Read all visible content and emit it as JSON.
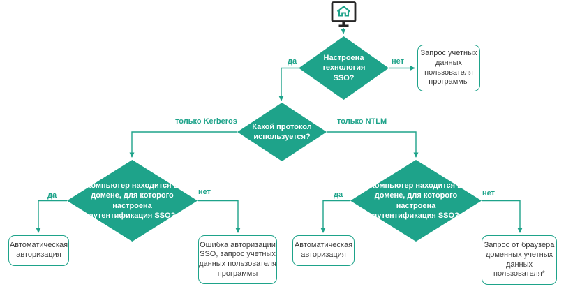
{
  "palette": {
    "teal": "#1ea38a",
    "monitor_dark": "#262626",
    "box_text": "#3a3a3a",
    "diamond_text": "#ffffff",
    "background": "#ffffff"
  },
  "icon": {
    "name": "monitor-home-icon"
  },
  "diamonds": {
    "sso_configured": {
      "text": "Настроена\nтехнология\nSSO?"
    },
    "protocol": {
      "text": "Какой протокол\nиспользуется?"
    },
    "kerberos_domain": {
      "text": "Компьютер находится в\nдомене, для которого\nнастроена\nаутентификация SSO?"
    },
    "ntlm_domain": {
      "text": "Компьютер находится в\nдомене, для которого\nнастроена\nаутентификация SSO?"
    }
  },
  "boxes": {
    "app_credentials": {
      "text": "Запрос учетных\nданных\nпользователя\nпрограммы"
    },
    "auto_auth_left": {
      "text": "Автоматическая\nавторизация"
    },
    "sso_error": {
      "text": "Ошибка авторизации\nSSO, запрос учетных\nданных пользователя\nпрограммы"
    },
    "auto_auth_right": {
      "text": "Автоматическая\nавторизация"
    },
    "browser_credentials": {
      "text": "Запрос от браузера\nдоменных учетных\nданных\nпользователя*"
    }
  },
  "edge_labels": {
    "sso_yes": "да",
    "sso_no": "нет",
    "kerberos": "только Kerberos",
    "ntlm": "только NTLM",
    "kerberos_yes": "да",
    "kerberos_no": "нет",
    "ntlm_yes": "да",
    "ntlm_no": "нет"
  }
}
